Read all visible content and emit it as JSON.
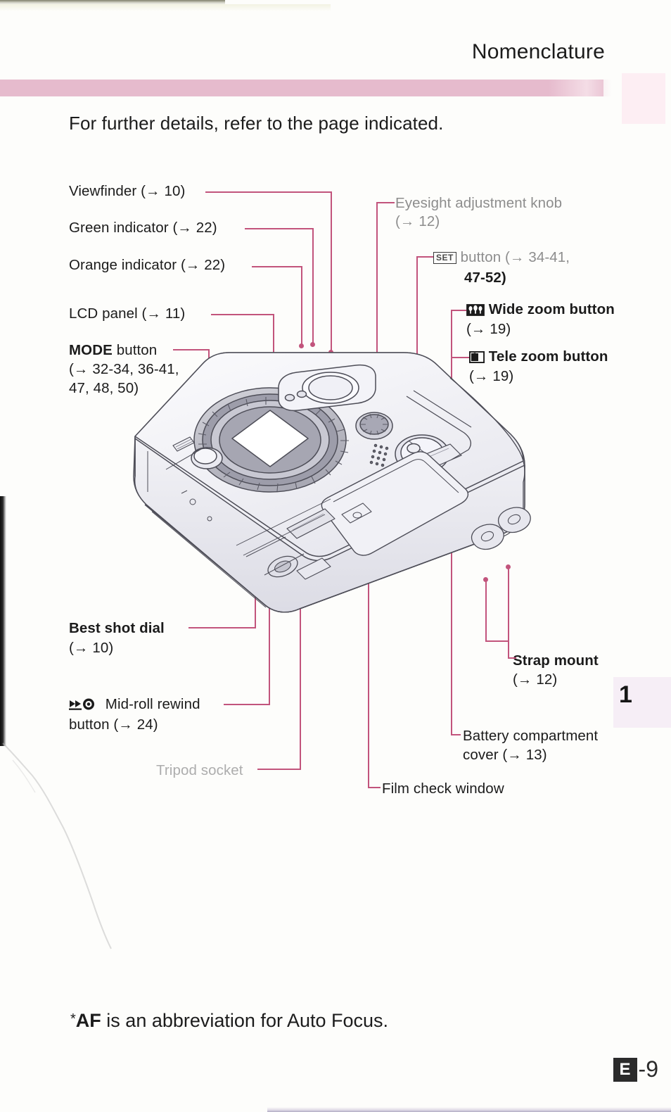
{
  "header": {
    "title": "Nomenclature",
    "band_color": "#e6bbcd",
    "section_tab_letter": "E"
  },
  "intro": {
    "text": "For further details, refer to the page indicated."
  },
  "labels_left": [
    {
      "id": "viewfinder",
      "text": "Viewfinder (→ 10)"
    },
    {
      "id": "green-indicator",
      "text": "Green indicator (→ 22)"
    },
    {
      "id": "orange-indicator",
      "text": "Orange indicator (→ 22)"
    },
    {
      "id": "lcd-panel",
      "text": "LCD panel (→ 11)"
    },
    {
      "id": "mode-button",
      "bold_prefix": "MODE",
      "text": " button",
      "line2": "(→ 32-34, 36-41,",
      "line3": "47, 48, 50)"
    },
    {
      "id": "best-shot-dial",
      "text": "Best shot dial",
      "line2": "(→ 10)"
    },
    {
      "id": "mid-roll-rewind",
      "icon": "rewind-icon",
      "text": " Mid-roll rewind",
      "line2": "button (→ 24)"
    },
    {
      "id": "tripod-socket",
      "text": "Tripod socket"
    }
  ],
  "labels_right": [
    {
      "id": "eyesight-knob",
      "text": "Eyesight adjustment knob",
      "line2": "(→ 12)"
    },
    {
      "id": "set-button",
      "icon": "set-icon",
      "icon_text": "SET",
      "text": " button (→ 34-41,",
      "line2": "47-52)"
    },
    {
      "id": "wide-zoom-button",
      "icon": "wide-zoom-icon",
      "text": " Wide zoom button",
      "line2": "(→ 19)"
    },
    {
      "id": "tele-zoom-button",
      "icon": "tele-zoom-icon",
      "text": " Tele zoom button",
      "line2": "(→ 19)"
    },
    {
      "id": "strap-mount",
      "text": "Strap mount",
      "line2": "(→ 12)"
    },
    {
      "id": "battery-cover",
      "text": "Battery compartment",
      "line2": "cover (→ 13)"
    },
    {
      "id": "film-check-window",
      "text": "Film check window"
    }
  ],
  "chapter_tab": {
    "number": "1"
  },
  "footnote": {
    "star": "*",
    "emphasis": "AF",
    "text": " is an abbreviation for Auto Focus."
  },
  "folio": {
    "badge": "E",
    "number": "-9"
  },
  "colors": {
    "leader_line": "#c2547c",
    "band": "#e6bbcd",
    "text": "#1b1b1b",
    "tab_dark": "#2b2b2b"
  }
}
